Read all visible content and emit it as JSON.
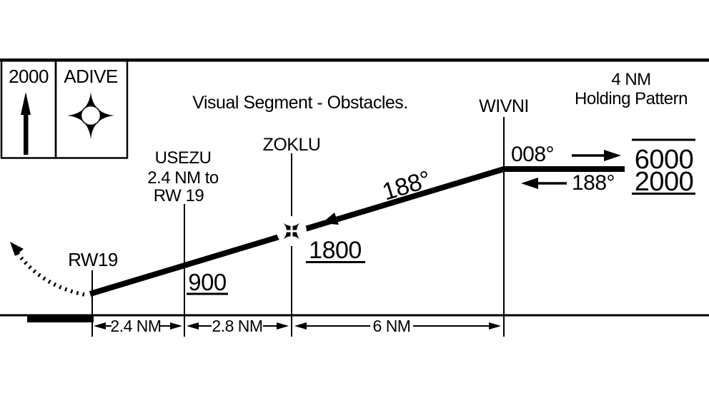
{
  "legend": {
    "climb_altitude": "2000",
    "holding_fix_name": "ADIVE"
  },
  "title": "Visual Segment - Obstacles.",
  "holding_pattern": {
    "distance": "4 NM",
    "label": "Holding Pattern",
    "outbound_course": "008°",
    "inbound_course": "188°",
    "max_altitude": "6000",
    "min_altitude": "2000"
  },
  "profile": {
    "final_course": "188°",
    "fixes": {
      "rw19": {
        "label": "RW19"
      },
      "usezu": {
        "label": "USEZU",
        "note_line1": "2.4 NM to",
        "note_line2": "RW 19",
        "crossing_altitude": "900"
      },
      "zoklu": {
        "label": "ZOKLU",
        "crossing_altitude": "1800"
      },
      "wivni": {
        "label": "WIVNI"
      }
    }
  },
  "distances": {
    "rw19_to_usezu": "2.4 NM",
    "usezu_to_zoklu": "2.8 NM",
    "zoklu_to_wivni": "6 NM"
  }
}
